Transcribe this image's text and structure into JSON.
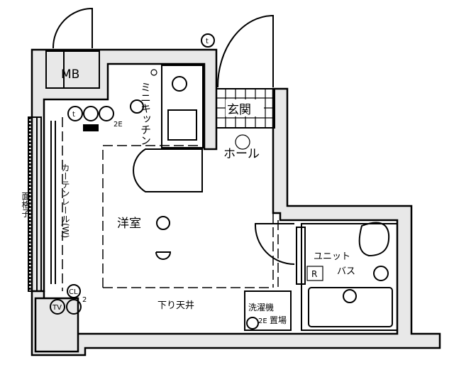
{
  "plan": {
    "rooms": {
      "meter_box": "MB",
      "mini_kitchen": "ミニキッチン",
      "entrance": "玄関",
      "hall": "ホール",
      "western_room": "洋室",
      "unit_bath": "ユニット",
      "unit_bath_2": "バス",
      "lowered_ceiling": "下り天井",
      "washer_space": "洗濯機",
      "washer_space_2": "置場"
    },
    "annotations": {
      "curtain_rail": "カーテンレール(W)",
      "window_grille": "面格子",
      "closet": "CL",
      "tv": "TV",
      "phone_top": "t",
      "phone_kitchen": "t",
      "outlet_2e": "2E",
      "outlet_2e_washer": "2E",
      "outlet_2": "2",
      "bath_r": "R"
    }
  }
}
